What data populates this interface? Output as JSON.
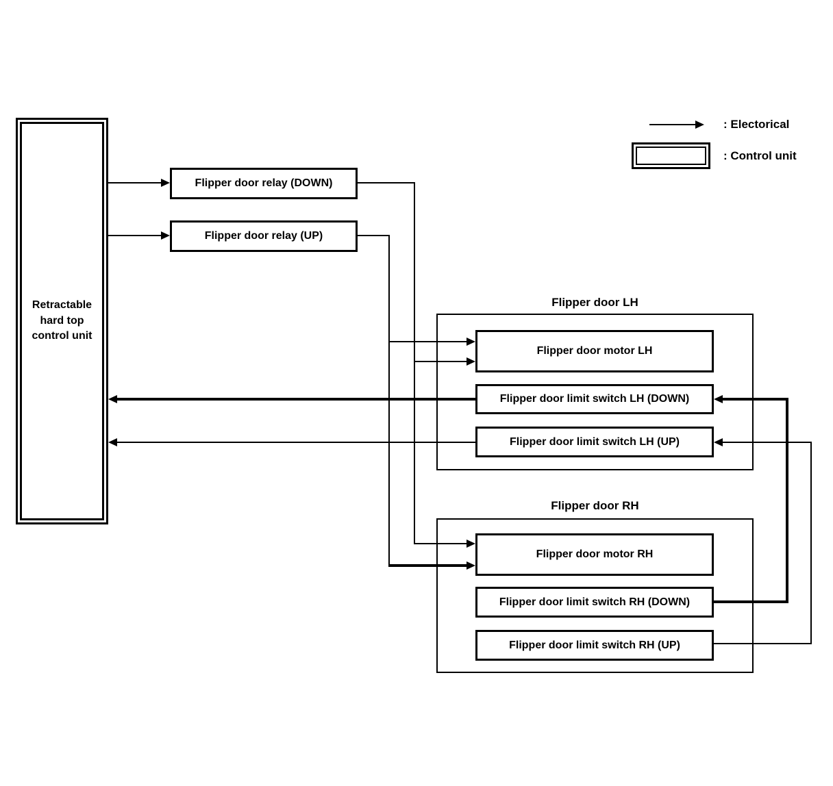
{
  "colors": {
    "line": "#000000",
    "background": "#ffffff"
  },
  "control_unit": {
    "label": "Retractable hard top control unit"
  },
  "relays": {
    "down": "Flipper door relay (DOWN)",
    "up": "Flipper door relay (UP)"
  },
  "groups": {
    "lh": {
      "title": "Flipper door LH",
      "motor": "Flipper door motor LH",
      "limit_down": "Flipper door limit switch LH (DOWN)",
      "limit_up": "Flipper door limit switch LH (UP)"
    },
    "rh": {
      "title": "Flipper door RH",
      "motor": "Flipper door motor RH",
      "limit_down": "Flipper door limit switch RH (DOWN)",
      "limit_up": "Flipper door limit switch RH (UP)"
    }
  },
  "legend": {
    "electrical": ": Electorical",
    "control_unit": ": Control unit"
  }
}
